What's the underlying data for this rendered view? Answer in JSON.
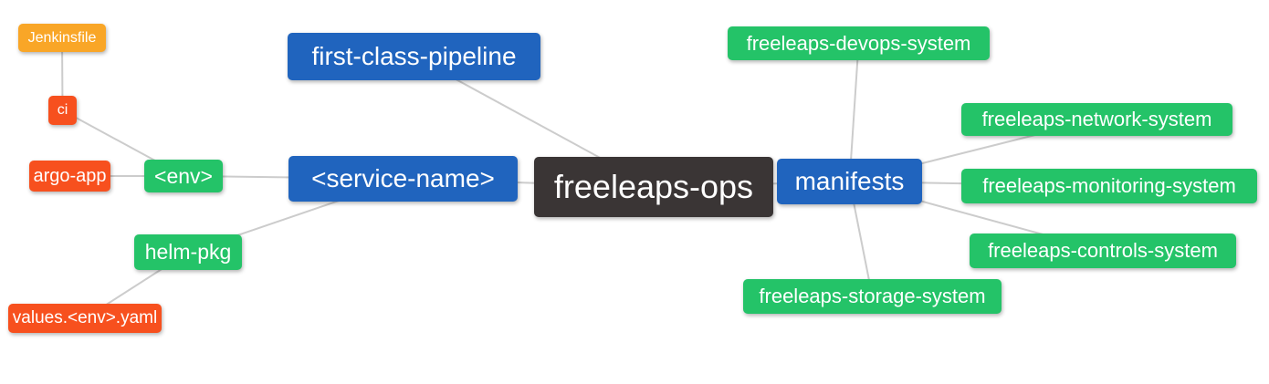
{
  "palette": {
    "orange": "#f9a627",
    "red": "#f7501e",
    "green": "#24c368",
    "blue": "#2064be",
    "dark": "#3a3535",
    "edge": "#cccccc",
    "text": "#ffffff",
    "background": "#ffffff"
  },
  "nodes": [
    {
      "id": "jenkinsfile",
      "label": "Jenkinsfile",
      "color": "orange"
    },
    {
      "id": "ci",
      "label": "ci",
      "color": "red"
    },
    {
      "id": "argo-app",
      "label": "argo-app",
      "color": "red"
    },
    {
      "id": "env",
      "label": "<env>",
      "color": "green"
    },
    {
      "id": "helm-pkg",
      "label": "helm-pkg",
      "color": "green"
    },
    {
      "id": "values-env-yaml",
      "label": "values.<env>.yaml",
      "color": "red"
    },
    {
      "id": "first-class-pipeline",
      "label": "first-class-pipeline",
      "color": "blue"
    },
    {
      "id": "service-name",
      "label": "<service-name>",
      "color": "blue"
    },
    {
      "id": "freeleaps-ops",
      "label": "freeleaps-ops",
      "color": "dark"
    },
    {
      "id": "manifests",
      "label": "manifests",
      "color": "blue"
    },
    {
      "id": "freeleaps-devops-system",
      "label": "freeleaps-devops-system",
      "color": "green"
    },
    {
      "id": "freeleaps-network-system",
      "label": "freeleaps-network-system",
      "color": "green"
    },
    {
      "id": "freeleaps-monitoring-system",
      "label": "freeleaps-monitoring-system",
      "color": "green"
    },
    {
      "id": "freeleaps-controls-system",
      "label": "freeleaps-controls-system",
      "color": "green"
    },
    {
      "id": "freeleaps-storage-system",
      "label": "freeleaps-storage-system",
      "color": "green"
    }
  ],
  "edges": [
    [
      "Jenkinsfile",
      "ci"
    ],
    [
      "ci",
      "<env>"
    ],
    [
      "argo-app",
      "<env>"
    ],
    [
      "<env>",
      "<service-name>"
    ],
    [
      "<service-name>",
      "helm-pkg"
    ],
    [
      "helm-pkg",
      "values.<env>.yaml"
    ],
    [
      "first-class-pipeline",
      "freeleaps-ops"
    ],
    [
      "<service-name>",
      "freeleaps-ops"
    ],
    [
      "freeleaps-ops",
      "manifests"
    ],
    [
      "manifests",
      "freeleaps-devops-system"
    ],
    [
      "manifests",
      "freeleaps-network-system"
    ],
    [
      "manifests",
      "freeleaps-monitoring-system"
    ],
    [
      "manifests",
      "freeleaps-controls-system"
    ],
    [
      "manifests",
      "freeleaps-storage-system"
    ]
  ]
}
